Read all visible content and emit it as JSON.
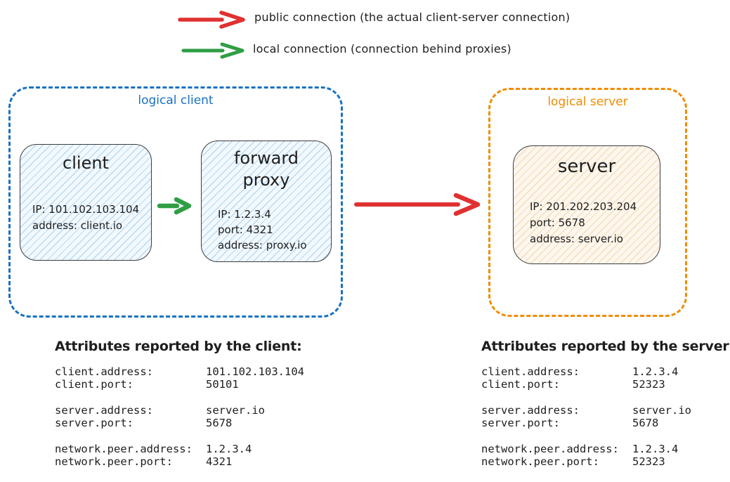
{
  "palette": {
    "public_red": "#e03131",
    "local_green": "#2f9e44",
    "client_blue": "#1971c2",
    "server_orange": "#f08c00",
    "node_stroke": "#3a3d40",
    "text_dark": "#1e1e1e",
    "client_node_fill": "#eaf4fc",
    "server_node_fill": "#fdf5ea"
  },
  "legend": {
    "items": [
      {
        "name": "public-connection",
        "color": "#e03131",
        "label": "public connection (the actual client-server connection)"
      },
      {
        "name": "local-connection",
        "color": "#2f9e44",
        "label": "local connection (connection behind proxies)"
      }
    ]
  },
  "diagram": {
    "logical_client": {
      "label": "logical client",
      "client": {
        "title": "client",
        "lines": [
          "IP: 101.102.103.104",
          "address: client.io"
        ]
      },
      "forward_proxy": {
        "title_lines": [
          "forward",
          "proxy"
        ],
        "lines": [
          "IP: 1.2.3.4",
          "port: 4321",
          "address: proxy.io"
        ]
      }
    },
    "logical_server": {
      "label": "logical server",
      "server": {
        "title": "server",
        "lines": [
          "IP: 201.202.203.204",
          "port: 5678",
          "address: server.io"
        ]
      }
    }
  },
  "attributes_client": {
    "heading": "Attributes reported by the client:",
    "groups": [
      {
        "rows": [
          {
            "label": "client.address:",
            "value": "101.102.103.104"
          },
          {
            "label": "client.port:",
            "value": "50101"
          }
        ]
      },
      {
        "rows": [
          {
            "label": "server.address:",
            "value": "server.io"
          },
          {
            "label": "server.port:",
            "value": "5678"
          }
        ]
      },
      {
        "rows": [
          {
            "label": "network.peer.address:",
            "value": "1.2.3.4"
          },
          {
            "label": "network.peer.port:",
            "value": "4321"
          }
        ]
      }
    ]
  },
  "attributes_server": {
    "heading": "Attributes reported by the server:",
    "groups": [
      {
        "rows": [
          {
            "label": "client.address:",
            "value": "1.2.3.4"
          },
          {
            "label": "client.port:",
            "value": "52323"
          }
        ]
      },
      {
        "rows": [
          {
            "label": "server.address:",
            "value": "server.io"
          },
          {
            "label": "server.port:",
            "value": "5678"
          }
        ]
      },
      {
        "rows": [
          {
            "label": "network.peer.address:",
            "value": "1.2.3.4"
          },
          {
            "label": "network.peer.port:",
            "value": "52323"
          }
        ]
      }
    ]
  }
}
